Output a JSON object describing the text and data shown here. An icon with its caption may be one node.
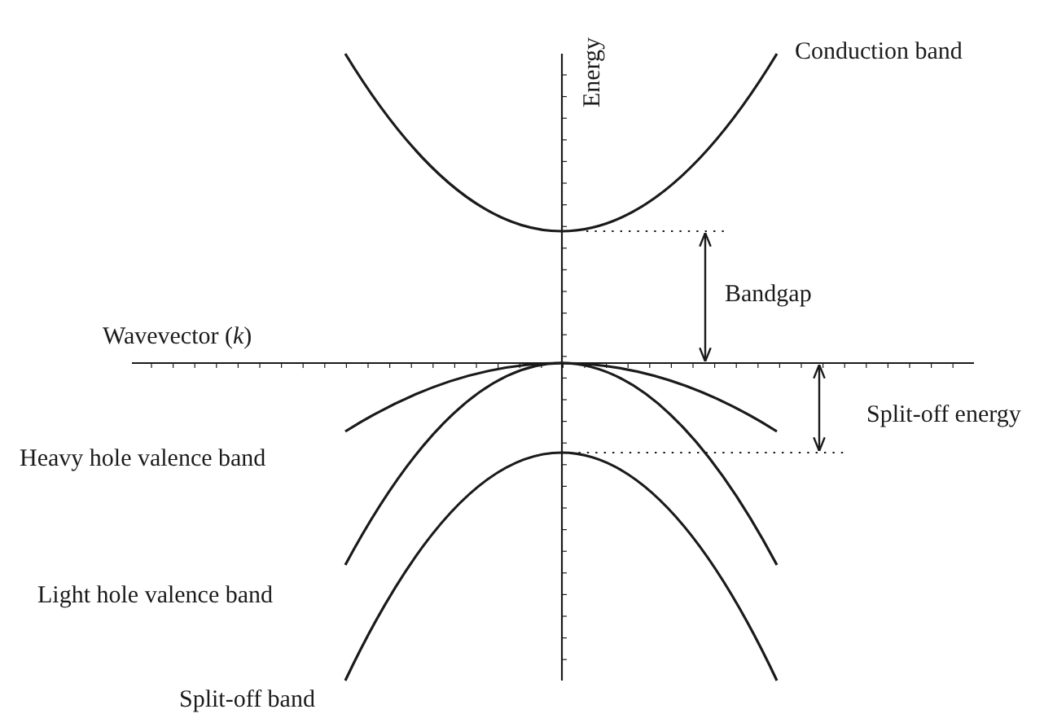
{
  "diagram": {
    "labels": [
      "Energy",
      "Conduction band",
      "Bandgap",
      "Wavevector (*k*)",
      "Split-off energy",
      "Heavy hole valence band",
      "Light hole valence band",
      "Split-off band"
    ]
  }
}
